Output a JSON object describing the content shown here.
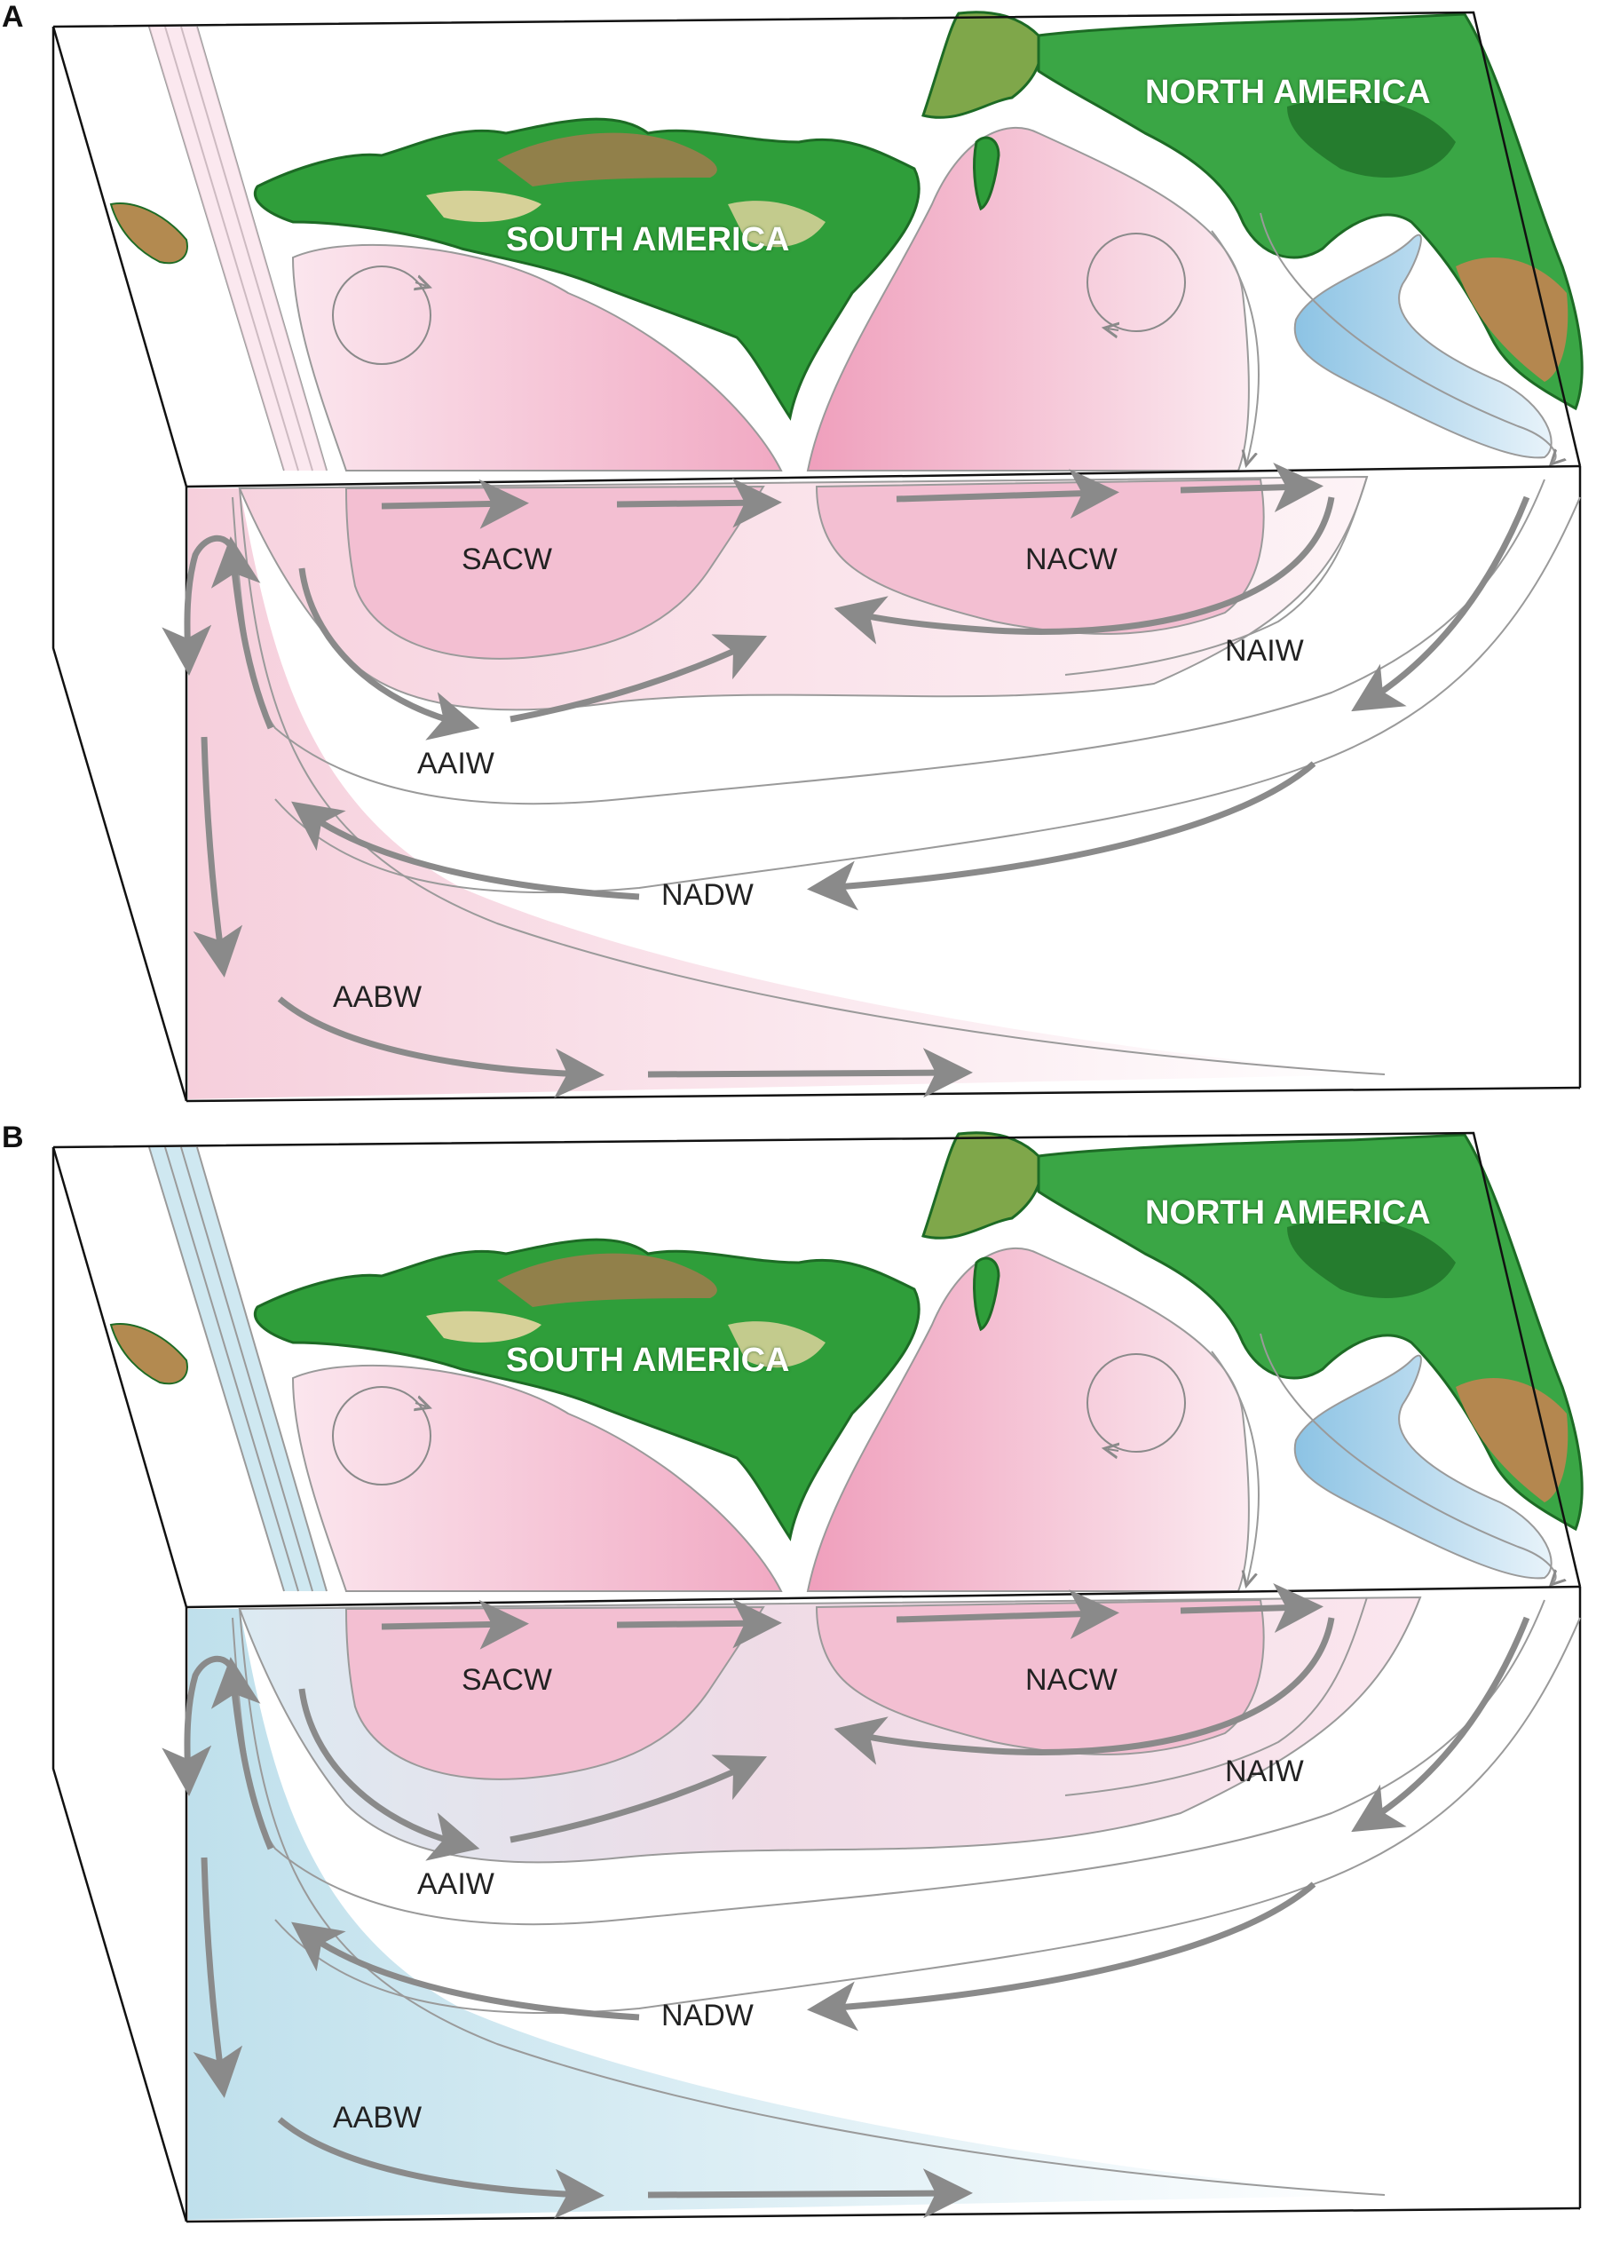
{
  "panels": [
    {
      "letter": "A",
      "continents": {
        "north": "NORTH AMERICA",
        "south": "SOUTH AMERICA"
      },
      "water_masses": {
        "sacw": "SACW",
        "nacw": "NACW",
        "naiw": "NAIW",
        "aaiw": "AAIW",
        "nadw": "NADW",
        "aabw": "AABW"
      },
      "colors": {
        "southern_water": "#f4c9d8",
        "northern_water": "#f4c9d8"
      }
    },
    {
      "letter": "B",
      "continents": {
        "north": "NORTH AMERICA",
        "south": "SOUTH AMERICA"
      },
      "water_masses": {
        "sacw": "SACW",
        "nacw": "NACW",
        "naiw": "NAIW",
        "aaiw": "AAIW",
        "nadw": "NADW",
        "aabw": "AABW"
      },
      "colors": {
        "southern_water": "#cfe8f0",
        "northern_water": "#f4c9d8"
      }
    }
  ],
  "colors": {
    "land_green": "#2f9e3a",
    "land_dark_green": "#1d6b25",
    "land_tan": "#e9d6a3",
    "land_brown": "#9a6b3b",
    "pink_gyre": "#ef9bb8",
    "pink_light": "#fbe4ec",
    "blue_light": "#a9d1e8",
    "arrow_gray": "#8a8a8a",
    "box_outline": "#111111"
  }
}
